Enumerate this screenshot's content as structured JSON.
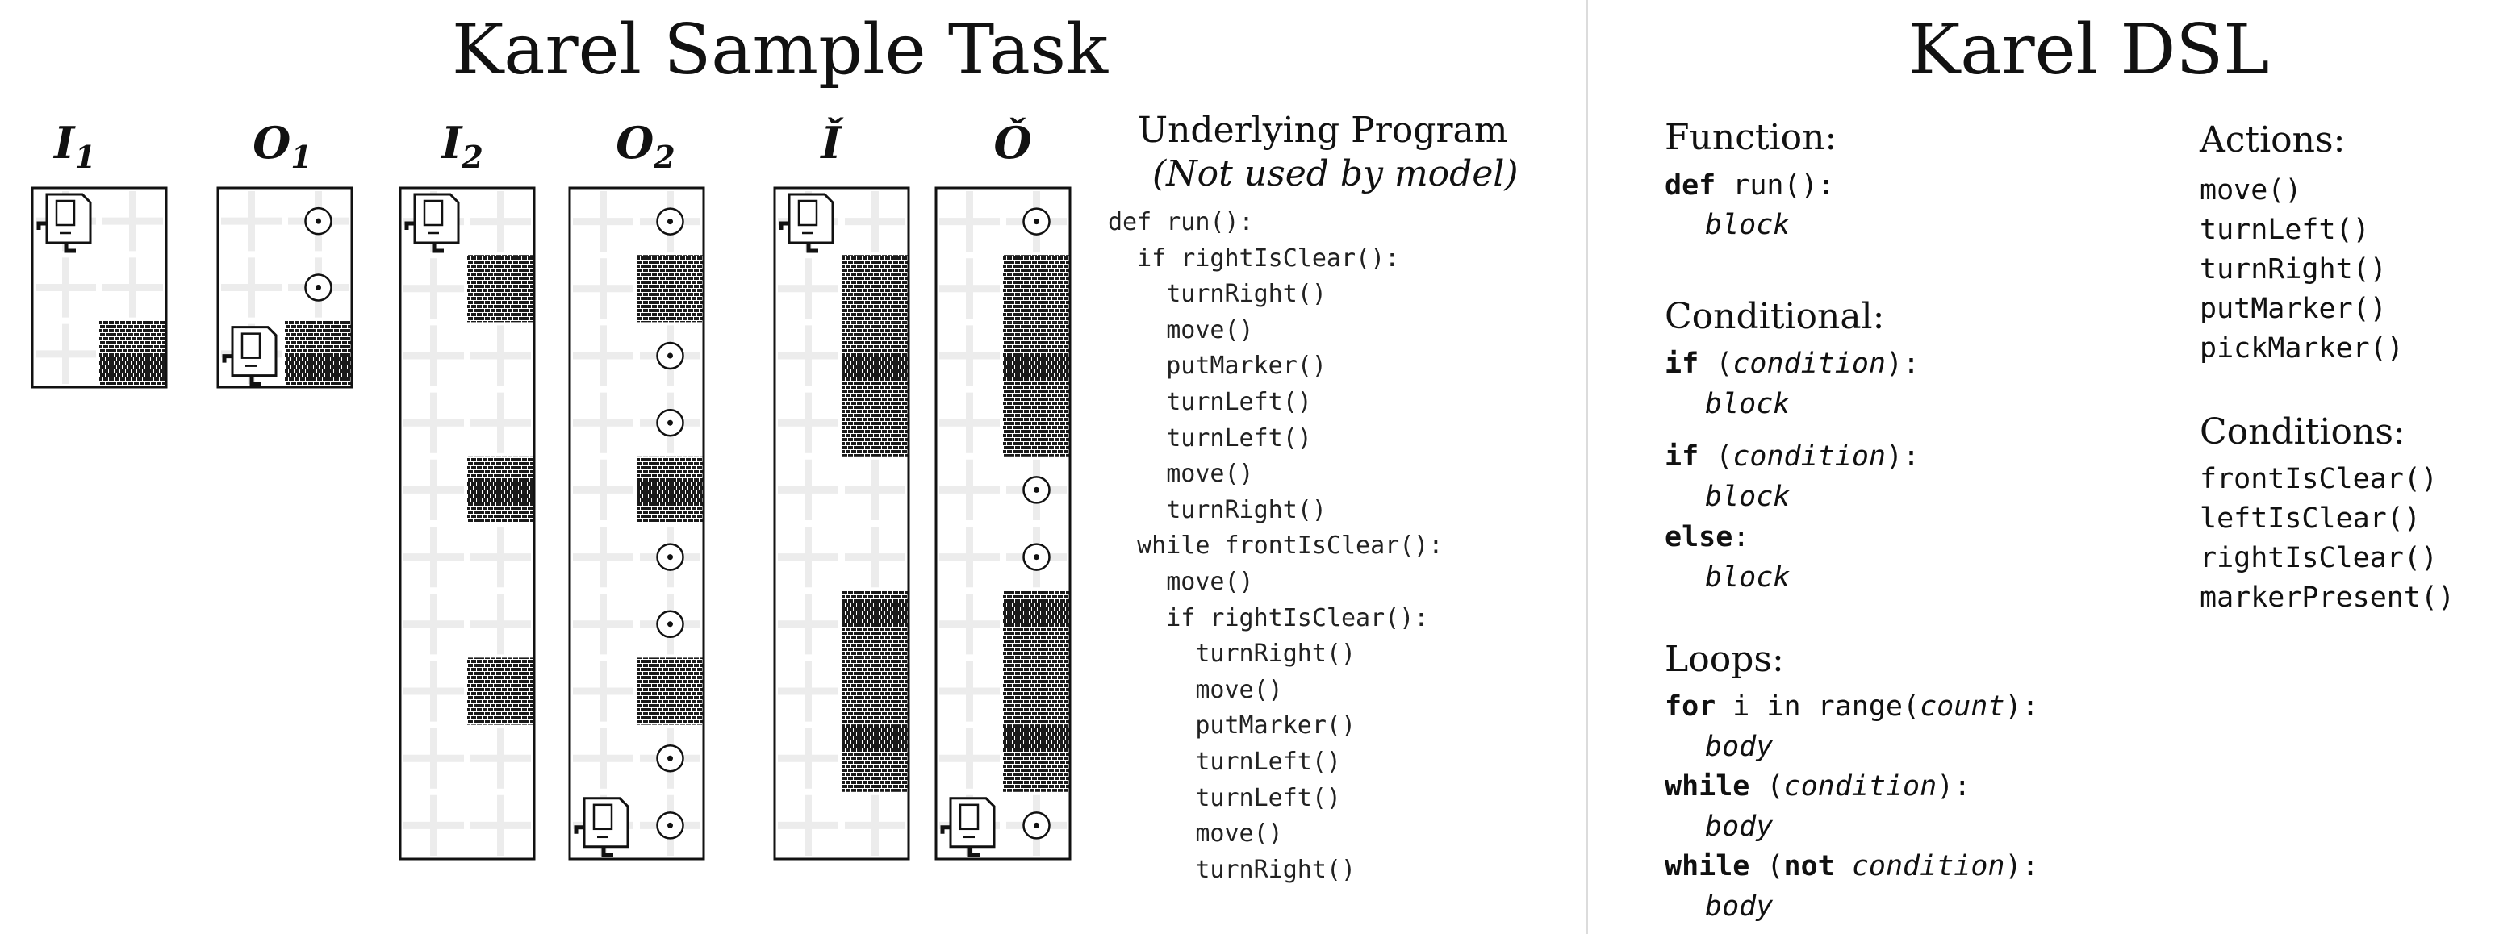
{
  "left": {
    "title": "Karel Sample Task",
    "labels": [
      {
        "base": "I",
        "sub": "1"
      },
      {
        "base": "O",
        "sub": "1"
      },
      {
        "base": "I",
        "sub": "2"
      },
      {
        "base": "O",
        "sub": "2"
      },
      {
        "base": "Ǐ",
        "sub": ""
      },
      {
        "base": "Ǒ",
        "sub": ""
      }
    ],
    "program_heading": "Underlying Program",
    "program_note": "(Not used by model)",
    "program_lines": [
      "def run():",
      "  if rightIsClear():",
      "    turnRight()",
      "    move()",
      "    putMarker()",
      "    turnLeft()",
      "    turnLeft()",
      "    move()",
      "    turnRight()",
      "  while frontIsClear():",
      "    move()",
      "    if rightIsClear():",
      "      turnRight()",
      "      move()",
      "      putMarker()",
      "      turnLeft()",
      "      turnLeft()",
      "      move()",
      "      turnRight()"
    ],
    "worlds": [
      {
        "cols": 2,
        "rows": 3,
        "walls": [
          [
            2,
            1
          ]
        ],
        "markers": [],
        "robot": [
          0,
          0
        ]
      },
      {
        "cols": 2,
        "rows": 3,
        "walls": [
          [
            2,
            1
          ]
        ],
        "markers": [
          [
            0,
            1
          ],
          [
            1,
            1
          ]
        ],
        "robot": [
          2,
          0
        ]
      },
      {
        "cols": 2,
        "rows": 10,
        "walls": [
          [
            1,
            1
          ],
          [
            4,
            1
          ],
          [
            7,
            1
          ]
        ],
        "markers": [],
        "robot": [
          0,
          0
        ]
      },
      {
        "cols": 2,
        "rows": 10,
        "walls": [
          [
            1,
            1
          ],
          [
            4,
            1
          ],
          [
            7,
            1
          ]
        ],
        "markers": [
          [
            0,
            1
          ],
          [
            2,
            1
          ],
          [
            3,
            1
          ],
          [
            5,
            1
          ],
          [
            6,
            1
          ],
          [
            8,
            1
          ],
          [
            9,
            1
          ]
        ],
        "robot": [
          9,
          0
        ]
      },
      {
        "cols": 2,
        "rows": 10,
        "walls": [
          [
            1,
            1
          ],
          [
            2,
            1
          ],
          [
            3,
            1
          ],
          [
            6,
            1
          ],
          [
            7,
            1
          ],
          [
            8,
            1
          ]
        ],
        "markers": [],
        "robot": [
          0,
          0
        ]
      },
      {
        "cols": 2,
        "rows": 10,
        "walls": [
          [
            1,
            1
          ],
          [
            2,
            1
          ],
          [
            3,
            1
          ],
          [
            6,
            1
          ],
          [
            7,
            1
          ],
          [
            8,
            1
          ]
        ],
        "markers": [
          [
            0,
            1
          ],
          [
            4,
            1
          ],
          [
            5,
            1
          ],
          [
            9,
            1
          ]
        ],
        "robot": [
          9,
          0
        ]
      }
    ]
  },
  "right": {
    "title": "Karel DSL",
    "function": {
      "heading": "Function:",
      "line1_kw": "def",
      "line1_rest": " run():",
      "line2": "block"
    },
    "conditional": {
      "heading": "Conditional:",
      "if_kw": "if",
      "open": " (",
      "cond": "condition",
      "close": "):",
      "block": "block",
      "else_kw": "else",
      "else_rest": ":"
    },
    "loops": {
      "heading": "Loops:",
      "for_kw": "for",
      "for_rest": " i in range(",
      "count": "count",
      "for_close": "):",
      "body": "body",
      "while_kw": "while",
      "while_open": " (",
      "cond": "condition",
      "while_close": "):",
      "not_kw": "not"
    },
    "actions": {
      "heading": "Actions:",
      "items": [
        "move()",
        "turnLeft()",
        "turnRight()",
        "putMarker()",
        "pickMarker()"
      ]
    },
    "conditions": {
      "heading": "Conditions:",
      "items": [
        "frontIsClear()",
        "leftIsClear()",
        "rightIsClear()",
        "markerPresent()"
      ]
    }
  }
}
